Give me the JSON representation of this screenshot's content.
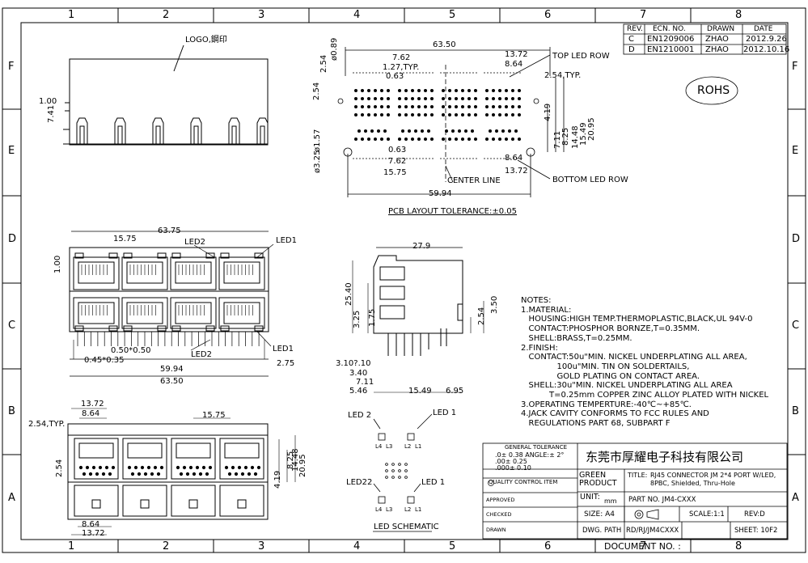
{
  "zones": {
    "top": [
      "1",
      "2",
      "3",
      "4",
      "5",
      "6",
      "7",
      "8"
    ],
    "bottom": [
      "1",
      "2",
      "3",
      "4",
      "5",
      "6",
      "7",
      "8"
    ],
    "left": [
      "F",
      "E",
      "D",
      "C",
      "B",
      "A"
    ],
    "right": [
      "F",
      "E",
      "D",
      "C",
      "B",
      "A"
    ]
  },
  "revision_table": {
    "headers": [
      "REV.",
      "ECN. NO.",
      "DRAWN",
      "DATE"
    ],
    "rows": [
      [
        "C",
        "EN1209006",
        "ZHAO",
        "2012.9.26"
      ],
      [
        "D",
        "EN1210001",
        "ZHAO",
        "2012.10.16"
      ]
    ]
  },
  "rohs_mark": "ROHS",
  "side_view_top": {
    "logo_label": "LOGO,鋼印",
    "dim_width": "1.00",
    "dim_height": "7.41"
  },
  "pcb_layout": {
    "dims": [
      "63.50",
      "13.72",
      "8.64",
      "7.62",
      "1.27,TYP.",
      "0.63",
      "2.54",
      "2.54,TYP.",
      "2.54",
      "ø0.89",
      "ø1.57",
      "ø3.25",
      "0.63",
      "7.62",
      "15.75",
      "8.64",
      "13.72",
      "59.94",
      "4.19",
      "7.11",
      "8.25",
      "14.48",
      "15.49",
      "20.95"
    ],
    "top_led_row": "TOP LED ROW",
    "bottom_led_row": "BOTTOM LED ROW",
    "center_line": "CENTER LINE",
    "title": "PCB LAYOUT   TOLERANCE:±0.05"
  },
  "front_view": {
    "dims": [
      "63.75",
      "15.75",
      "1.00",
      "0.50*0.50",
      "0.45*0.35",
      "59.94",
      "63.50",
      "2.75"
    ],
    "labels": [
      "LED2",
      "LED1",
      "LED2",
      "LED1"
    ]
  },
  "side_view": {
    "dims": [
      "27.9",
      "25.40",
      "3.25",
      "1.75",
      "2.54",
      "3.50",
      "3.10?.10",
      "3.40",
      "7.11",
      "5.46",
      "15.49",
      "6.95"
    ]
  },
  "notes": [
    "NOTES:",
    "1.MATERIAL:",
    "   HOUSING:HIGH TEMP.THERMOPLASTIC,BLACK,UL 94V-0",
    "   CONTACT:PHOSPHOR BORNZE,T=0.35MM.",
    "   SHELL:BRASS,T=0.25MM.",
    "2.FINISH:",
    "   CONTACT:50u\"MIN. NICKEL UNDERPLATING ALL AREA,",
    "              100u\"MIN. TIN ON SOLDERTAILS,",
    "              GOLD PLATING ON CONTACT AREA.",
    "   SHELL:30u\"MIN. NICKEL UNDERPLATING ALL AREA",
    "           T=0.25mm COPPER ZINC ALLOY PLATED WITH NICKEL",
    "3.OPERATING TEMPERTURE:-40℃~+85℃.",
    "4.JACK CAVITY CONFORMS TO FCC RULES AND",
    "   REGULATIONS PART 68, SUBPART F"
  ],
  "bottom_view": {
    "dims": [
      "13.72",
      "8.64",
      "2.54,TYP.",
      "15.75",
      "2.54",
      "8.25",
      "4.19",
      "14.48",
      "20.95",
      "8.64",
      "13.72"
    ]
  },
  "led_schematic": {
    "labels_top": [
      "LED 2",
      "LED 1"
    ],
    "labels_bottom": [
      "LED22",
      "LED 1"
    ],
    "pins_top": [
      "L4",
      "L3",
      "L2",
      "L1"
    ],
    "pins_bottom": [
      "L4",
      "L3",
      "L2",
      "L1"
    ],
    "title": "LED SCHEMATIC"
  },
  "title_block": {
    "general_tolerance": "GENERAL TOLERANCE",
    "tol_lines": [
      ".0± 0.38  ANGLE:± 2°",
      ".00± 0.25",
      ".000± 0.10"
    ],
    "quality": "QUALITY CONTROL ITEM",
    "company": "东莞市厚耀电子科技有限公司",
    "green_product": "GREEN PRODUCT",
    "title_label": "TITLE:",
    "title": "RJ45 CONNECTOR JM 2*4 PORT W/LED, 8PBC, Shielded, Thru-Hole",
    "unit_label": "UNIT:",
    "unit": "mm",
    "part_no": "PART NO. JM4-CXXX",
    "approved": "APPROVED",
    "checked": "CHECKED",
    "drawn": "DRAWN",
    "size": "SIZE: A4",
    "scale": "SCALE:1:1",
    "rev": "REV:D",
    "dwg_path": "DWG. PATH",
    "dwg_path_value": "RD/RJ/JM4CXXX",
    "sheet": "SHEET: 10F2",
    "document_no": "DOCUMENT  NO. :"
  }
}
